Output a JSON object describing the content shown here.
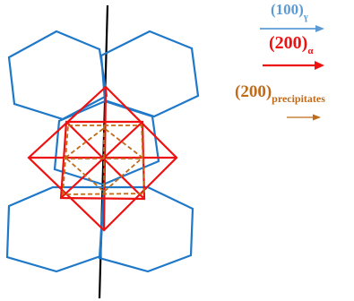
{
  "legend": [
    {
      "text": "(100)",
      "sub": "ɣ",
      "color": "#5b9bd5"
    },
    {
      "text": "(200)",
      "sub": "α",
      "color": "#ee1111"
    },
    {
      "text": "(200)",
      "sub": "precipitates",
      "color": "#c06b1a"
    }
  ],
  "colors": {
    "austenite_hex": "#1f78c8",
    "ferrite": "#ee1111",
    "precipitates": "#c06b1a",
    "axis": "#000000"
  }
}
